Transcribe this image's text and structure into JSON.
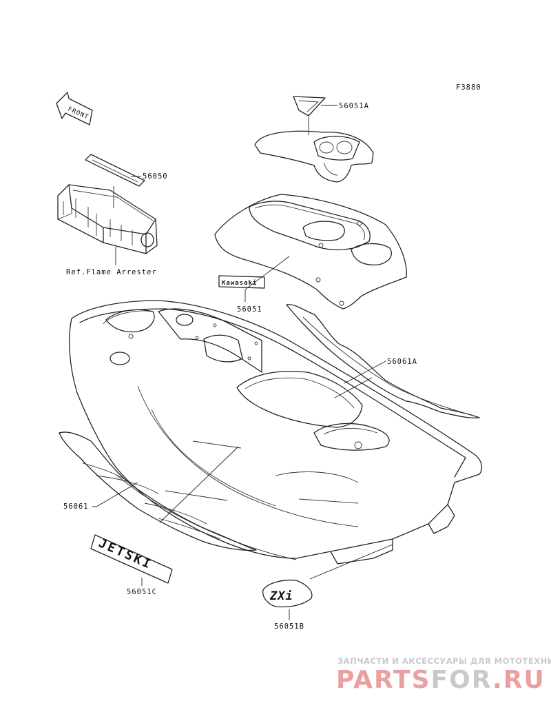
{
  "figure_code": "F3880",
  "front_arrow_text": "FRONT",
  "parts": {
    "56050": "56050",
    "56051": "56051",
    "56051A": "56051A",
    "56051B": "56051B",
    "56051C": "56051C",
    "56061": "56061",
    "56061A": "56061A"
  },
  "ref_note": "Ref.Flame Arrester",
  "decal_text": {
    "kawasaki": "Kawasaki",
    "jetski": "JETSKI",
    "zxi": "ZXi"
  },
  "watermark": {
    "tagline": "ЗАПЧАСТИ И АКСЕССУАРЫ ДЛЯ МОТОТЕХНИКИ",
    "brand_left": "PARTS",
    "brand_mid": "FOR",
    "brand_right": ".RU",
    "colors": {
      "red": "#e8a0a0",
      "gray": "#c9c9c9"
    }
  }
}
